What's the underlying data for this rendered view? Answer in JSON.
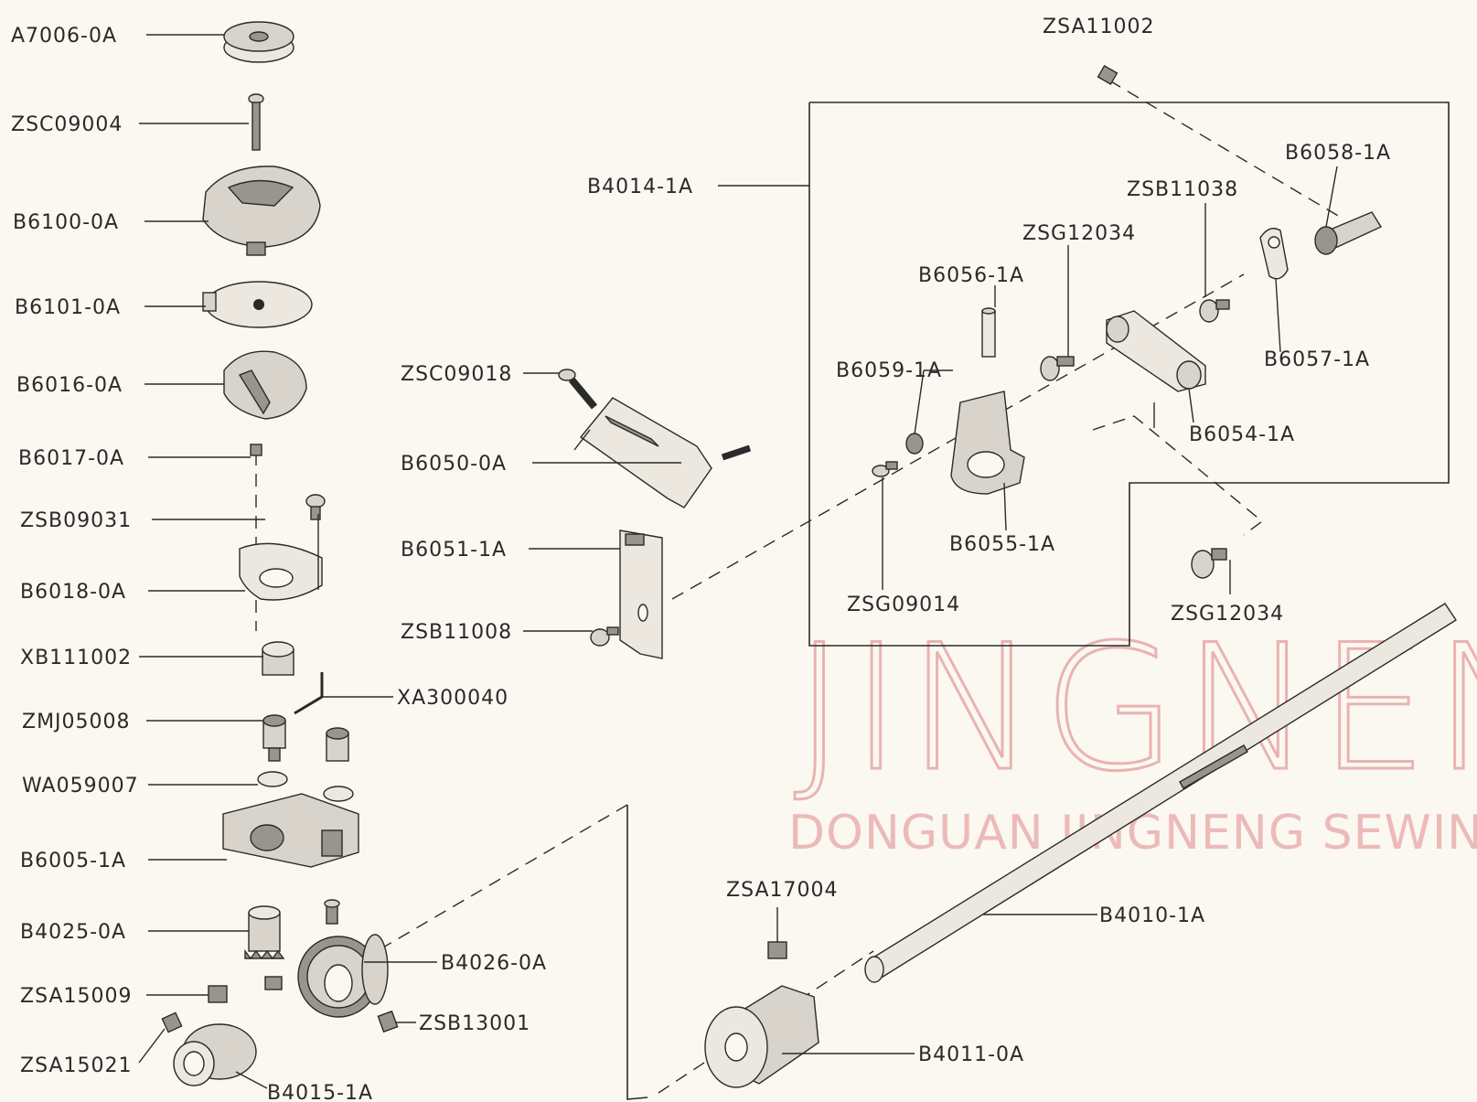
{
  "labels": {
    "A7006_0A": "A7006-0A",
    "ZSC09004": "ZSC09004",
    "B6100_0A": "B6100-0A",
    "B6101_0A": "B6101-0A",
    "B6016_0A": "B6016-0A",
    "B6017_0A": "B6017-0A",
    "ZSB09031": "ZSB09031",
    "B6018_0A": "B6018-0A",
    "XB111002": "XB111002",
    "ZMJ05008": "ZMJ05008",
    "WA059007": "WA059007",
    "B6005_1A": "B6005-1A",
    "B4025_0A": "B4025-0A",
    "ZSA15009": "ZSA15009",
    "ZSA15021": "ZSA15021",
    "B4015_1A": "B4015-1A",
    "XA300040": "XA300040",
    "B4026_0A": "B4026-0A",
    "ZSB13001": "ZSB13001",
    "ZSC09018": "ZSC09018",
    "B6050_0A": "B6050-0A",
    "B6051_1A": "B6051-1A",
    "ZSB11008": "ZSB11008",
    "B4014_1A": "B4014-1A",
    "ZSA11002": "ZSA11002",
    "B6058_1A": "B6058-1A",
    "ZSB11038": "ZSB11038",
    "ZSG12034_a": "ZSG12034",
    "B6056_1A": "B6056-1A",
    "B6059_1A": "B6059-1A",
    "B6057_1A": "B6057-1A",
    "B6054_1A": "B6054-1A",
    "B6055_1A": "B6055-1A",
    "ZSG09014": "ZSG09014",
    "ZSG12034_b": "ZSG12034",
    "ZSA17004": "ZSA17004",
    "B4010_1A": "B4010-1A",
    "B4011_0A": "B4011-0A"
  },
  "watermark": {
    "brand": "JINGNEN",
    "company": "DONGUAN JINGNENG SEWING MACHIN",
    "color": "#e6a7a7"
  }
}
